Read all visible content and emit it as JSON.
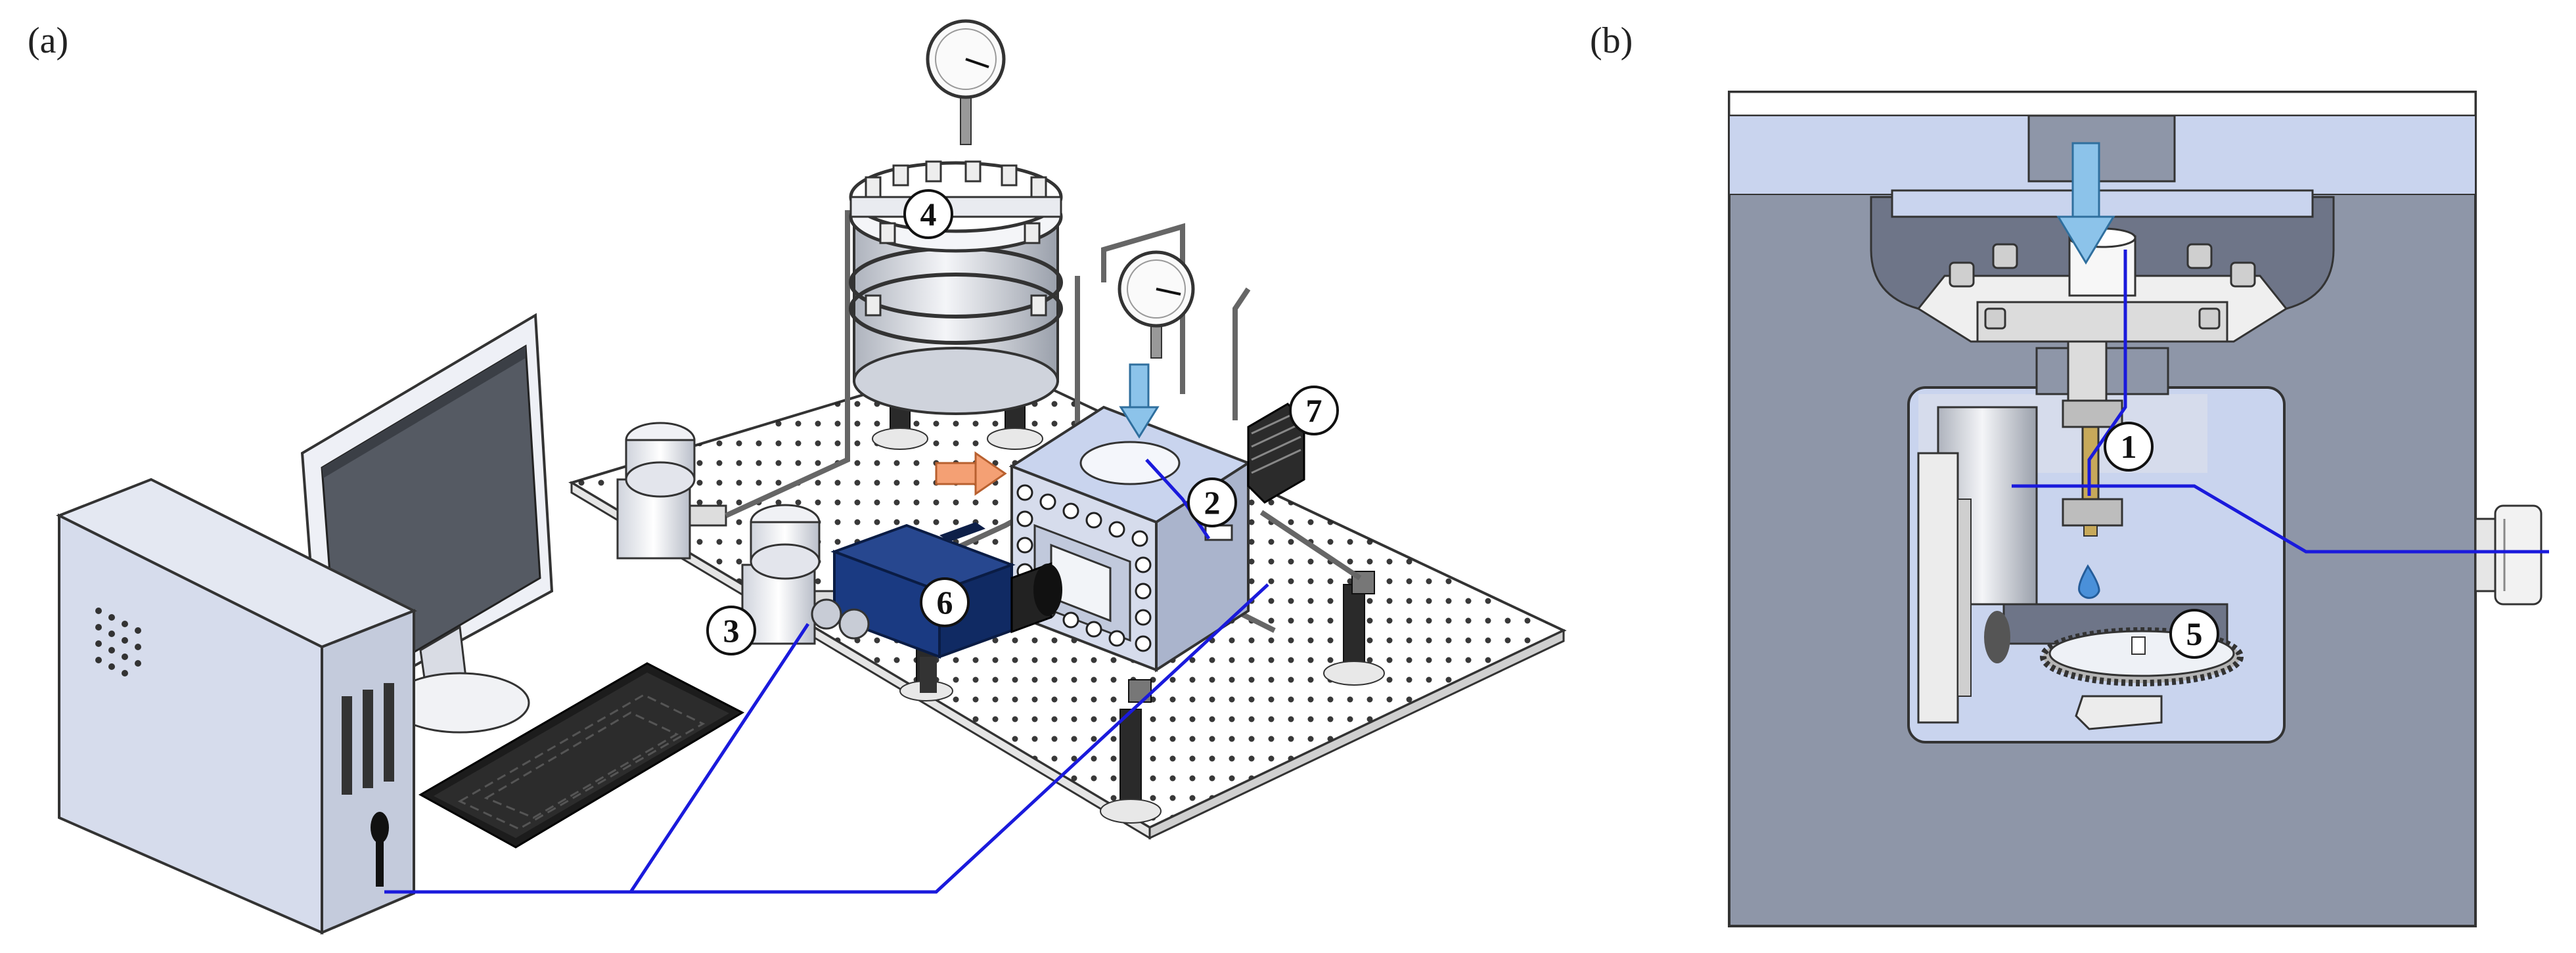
{
  "panel_labels": {
    "a": "(a)",
    "b": "(b)"
  },
  "callouts": {
    "c1": "1",
    "c2": "2",
    "c3": "3",
    "c4": "4",
    "c5": "5",
    "c6": "6",
    "c7": "7"
  },
  "colors": {
    "signal_line": "#1a1adc",
    "flow_arrow": "#8cc3ea",
    "inlet_arrow": "#f4a074",
    "camera_body": "#14357a",
    "chamber_gray": "#8e96a8",
    "chamber_light": "#c9d4ee",
    "board": "#ffffff",
    "pc_case": "#d6dcec"
  }
}
